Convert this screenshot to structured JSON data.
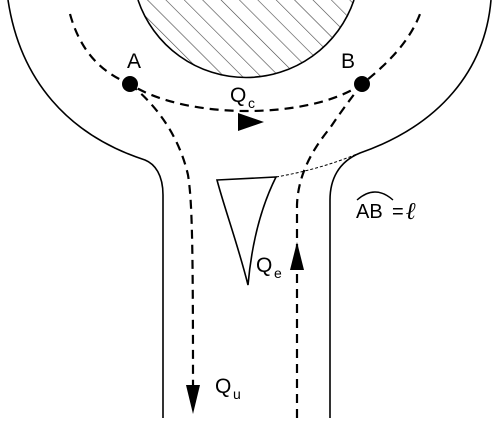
{
  "labels": {
    "point_a": "A",
    "point_b": "B",
    "qc_main": "Q",
    "qc_sub": "c",
    "qe_main": "Q",
    "qe_sub": "e",
    "qu_main": "Q",
    "qu_sub": "u",
    "arc_ab": "AB",
    "arc_eq": "=",
    "arc_ell": "ℓ"
  }
}
